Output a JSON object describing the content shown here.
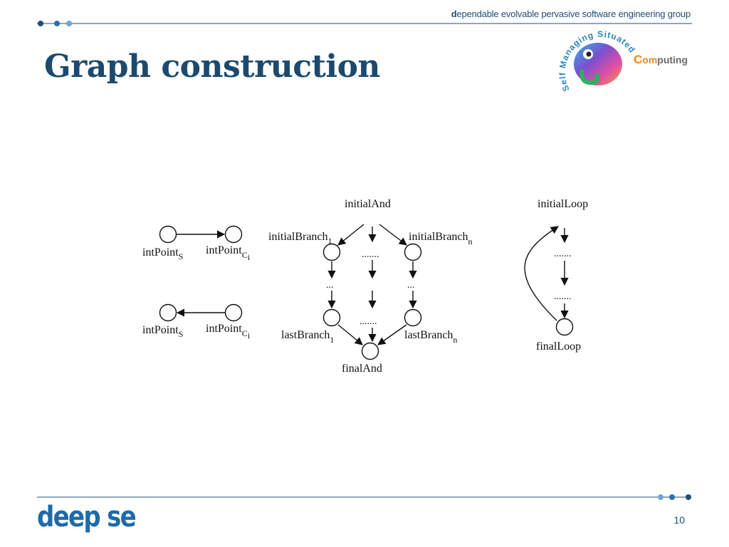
{
  "header": {
    "group_first": "d",
    "group_rest": "ependable evolvable pervasive software engineering group",
    "brand_color": "#1f4e79"
  },
  "slide": {
    "title": "Graph construction",
    "page_number": "10"
  },
  "logo": {
    "arc_text": "Self Managing Situated",
    "word_cap": "C",
    "word_com": "om",
    "word_rest": "puting",
    "footer_text": "deep se"
  },
  "diagram": {
    "left_top": {
      "from_label": "intPoint",
      "from_sub": "S",
      "to_label": "intPoint",
      "to_sub": "C",
      "to_sub2": "i"
    },
    "left_bottom": {
      "from_label": "intPoint",
      "from_sub": "S",
      "to_label": "intPoint",
      "to_sub": "C",
      "to_sub2": "i"
    },
    "and": {
      "initial": "initialAnd",
      "final": "finalAnd",
      "initial_branch_1": "initialBranch",
      "initial_branch_1_sub": "1",
      "initial_branch_n": "initialBranch",
      "initial_branch_n_sub": "n",
      "last_branch_1": "lastBranch",
      "last_branch_1_sub": "1",
      "last_branch_n": "lastBranch",
      "last_branch_n_sub": "n",
      "dots_long": ".......",
      "dots_short": "..."
    },
    "loop": {
      "initial": "initialLoop",
      "final": "finalLoop",
      "dots": "......."
    }
  }
}
